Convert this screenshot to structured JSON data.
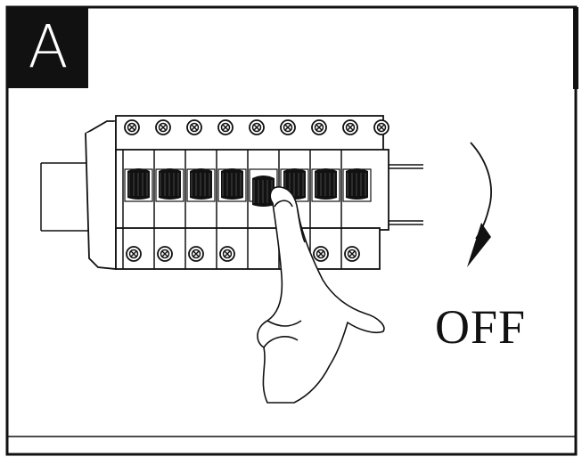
{
  "panel": {
    "letter": "A"
  },
  "instruction": {
    "state_text": "OFF"
  },
  "breakers": {
    "count": 8,
    "pressed_index": 4
  },
  "colors": {
    "ink": "#111111",
    "paper": "#ffffff"
  },
  "icons": [
    "screw-icon",
    "hand-icon",
    "curved-arrow-icon"
  ]
}
